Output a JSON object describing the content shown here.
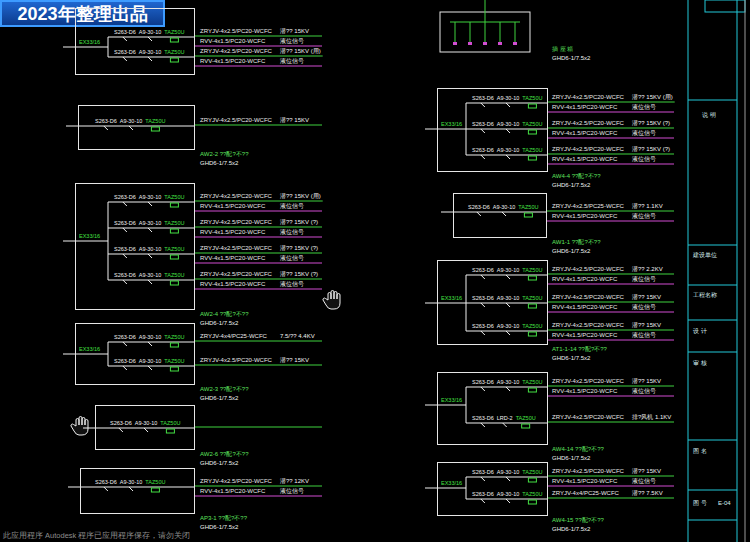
{
  "diagram": {
    "nodes": [
      {
        "text": [
          "2023年整理出品"
        ]
      },
      {
        "text": [
          "EX33/16",
          "S263-D6",
          "A9-30-10",
          "TAZ50U",
          "S263-D6",
          "A9-30-10",
          "TAZ50U"
        ]
      },
      {
        "text": [
          "S263-D6",
          "A9-30-10",
          "TAZ50U"
        ]
      },
      {
        "text": [
          "EX33/16",
          "S263-D6",
          "A9-30-10",
          "TAZ50U",
          "S263-D6",
          "A9-30-10",
          "TAZ50U",
          "S263-D6",
          "A9-30-10",
          "TAZ50U",
          "S263-D6",
          "A9-30-10",
          "TAZ50U"
        ]
      },
      {
        "text": [
          "EX33/16",
          "S263-D6",
          "A9-30-10",
          "TAZ50U",
          "S263-D6",
          "A9-30-10",
          "TAZ50U"
        ]
      },
      {
        "text": [
          "S263-D6",
          "A9-30-10",
          "TAZ50U"
        ]
      },
      {
        "text": [
          "S263-D6",
          "A9-30-10",
          "TAZ50U"
        ]
      },
      {
        "text": [
          "EX33/16",
          "S263-D6",
          "A9-30-10",
          "TAZ50U",
          "S263-D6",
          "A9-30-10",
          "TAZ50U",
          "S263-D6",
          "A9-30-10",
          "TAZ50U"
        ]
      },
      {
        "text": [
          "S263-D6",
          "A9-30-10",
          "TAZ50U"
        ]
      },
      {
        "text": [
          "EX33/16",
          "S263-D6",
          "A9-30-10",
          "TAZ50U",
          "S263-D6",
          "A9-30-10",
          "TAZ50U",
          "S263-D6",
          "A9-30-10",
          "TAZ50U"
        ]
      },
      {
        "text": [
          "EX33/16",
          "S263-D6",
          "A9-30-10",
          "TAZ50U",
          "S263-D6",
          "LRD-2",
          "TAZ50U"
        ]
      },
      {
        "text": [
          "EX33/16",
          "S263-D6",
          "A9-30-10",
          "TAZ50U",
          "S263-D6",
          "A9-30-10",
          "TAZ50U"
        ]
      }
    ],
    "labels": [
      "ZRYJV-4x2.5/PC20-WCFC",
      "潜?? 15KV",
      "RVV-4x1.5/PC20-WCFC",
      "液位信号",
      "ZRYJV-4x2.5/PC20-WCFC",
      "潜?? 15KV (用)",
      "RVV-4x1.5/PC20-WCFC",
      "液位信号",
      "ZRYJV-4x2.5/PC20-WCFC",
      "潜?? 15KV",
      "AW2-2 ??配?不??",
      "GHD6-1/7.5x2",
      "ZRYJV-4x2.5/PC20-WCFC",
      "潜?? 15KV (用)",
      "RVV-4x1.5/PC20-WCFC",
      "液位信号",
      "ZRYJV-4x2.5/PC20-WCFC",
      "潜?? 15KV (?)",
      "RVV-4x1.5/PC20-WCFC",
      "液位信号",
      "ZRYJV-4x2.5/PC20-WCFC",
      "潜?? 15KV (?)",
      "RVV-4x1.5/PC20-WCFC",
      "液位信号",
      "ZRYJV-4x2.5/PC20-WCFC",
      "潜?? 15KV (?)",
      "RVV-4x1.5/PC20-WCFC",
      "液位信号",
      "AW2-4 ??配?不??",
      "GHD6-1/7.5x2",
      "ZRYJV-4x4/PC25-WCFC",
      "7.5/?? 4.4KV",
      "ZRYJV-4x2.5/PC20-WCFC",
      "潜?? 15KV",
      "AW2-3 ??配?不??",
      "GHD6-1/7.5x2",
      "AW2-6 ??配?不??",
      "GHD6-1/7.5x2",
      "ZRYJV-4x2.5/PC20-WCFC",
      "潜?? 12KV",
      "RVV-4x1.5/PC20-WCFC",
      "液位信号",
      "AP3-1 ??配?不??",
      "GHD6-1/7.5x2",
      "插 座 箱",
      "GHD6-1/7.5x2",
      "ZRYJV-4x2.5/PC20-WCFC",
      "潜?? 15KV (用)",
      "RVV-4x1.5/PC20-WCFC",
      "液位信号",
      "ZRYJV-4x2.5/PC20-WCFC",
      "潜?? 15KV (?)",
      "RVV-4x1.5/PC20-WCFC",
      "液位信号",
      "ZRYJV-4x2.5/PC20-WCFC",
      "潜?? 15KV (?)",
      "RVV-4x1.5/PC20-WCFC",
      "液位信号",
      "AW4-4 ??配?不??",
      "GHD6-1/7.5x2",
      "ZRYJV-4x2.5/PC25-WCFC",
      "潜?? 1.1KV",
      "RVV-4x1.5/PC20-WCFC",
      "液位信号",
      "AW1-1 ??配?不??",
      "GHD6-1/7.5x2",
      "ZRYJV-4x2.5/PC20-WCFC",
      "潜?? 2.2KV",
      "RVV-4x1.5/PC20-WCFC",
      "液位信号",
      "ZRYJV-4x2.5/PC20-WCFC",
      "潜?? 15KV",
      "RVV-4x1.5/PC20-WCFC",
      "液位信号",
      "ZRYJV-4x2.5/PC20-WCFC",
      "潜?? 15KV",
      "RVV-4x1.5/PC20-WCFC",
      "液位信号",
      "AT1-1-14 ??配?不??",
      "GHD6-1/7.5x2",
      "ZRYJV-4x2.5/PC20-WCFC",
      "潜?? 15KV",
      "RVV-4x1.5/PC20-WCFC",
      "液位信号",
      "ZRYJV-4x2.5/PC20-WCFC",
      "排?风机 1.1KV",
      "AW4-14 ??配?不??",
      "GHD6-1/7.5x2",
      "ZRYJV-4x2.5/PC20-WCFC",
      "潜?? 15KV",
      "RVV-4x1.5/PC20-WCFC",
      "液位信号",
      "ZRYJV-4x4/PC25-WCFC",
      "潜?? 7.5KV",
      "AW4-15 ??配?不??",
      "GHD6-1/7.5x2",
      "说 明",
      "建设单位",
      "工程名称",
      "设 计",
      "审 核",
      "图 名",
      "图 号",
      "E-04",
      "此应用程序 Autodesk 程序已应用程序保存，请勿关闭"
    ]
  }
}
